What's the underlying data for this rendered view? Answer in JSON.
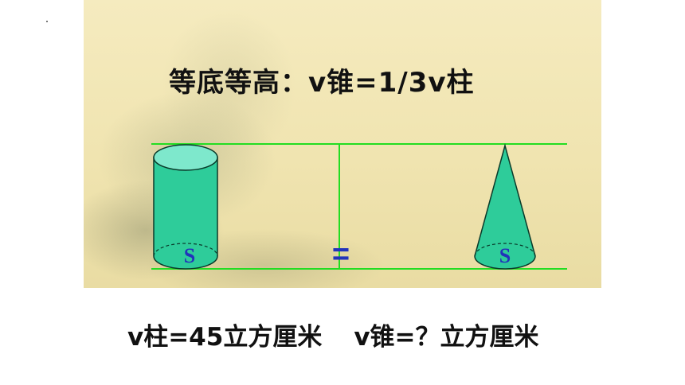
{
  "slide": {
    "formula": "等底等高：v锥=1/3v柱",
    "equals_sign": "=",
    "cylinder_base_label": "S",
    "cone_base_label": "S",
    "cylinder_volume": "v柱=45立方厘米",
    "cone_volume": "v锥=？立方厘米"
  },
  "colors": {
    "shape_fill": "#2ecc9a",
    "shape_top": "#7ee8cc",
    "guide_line": "#22dd22",
    "label_blue": "#2233bb",
    "text": "#111111"
  }
}
